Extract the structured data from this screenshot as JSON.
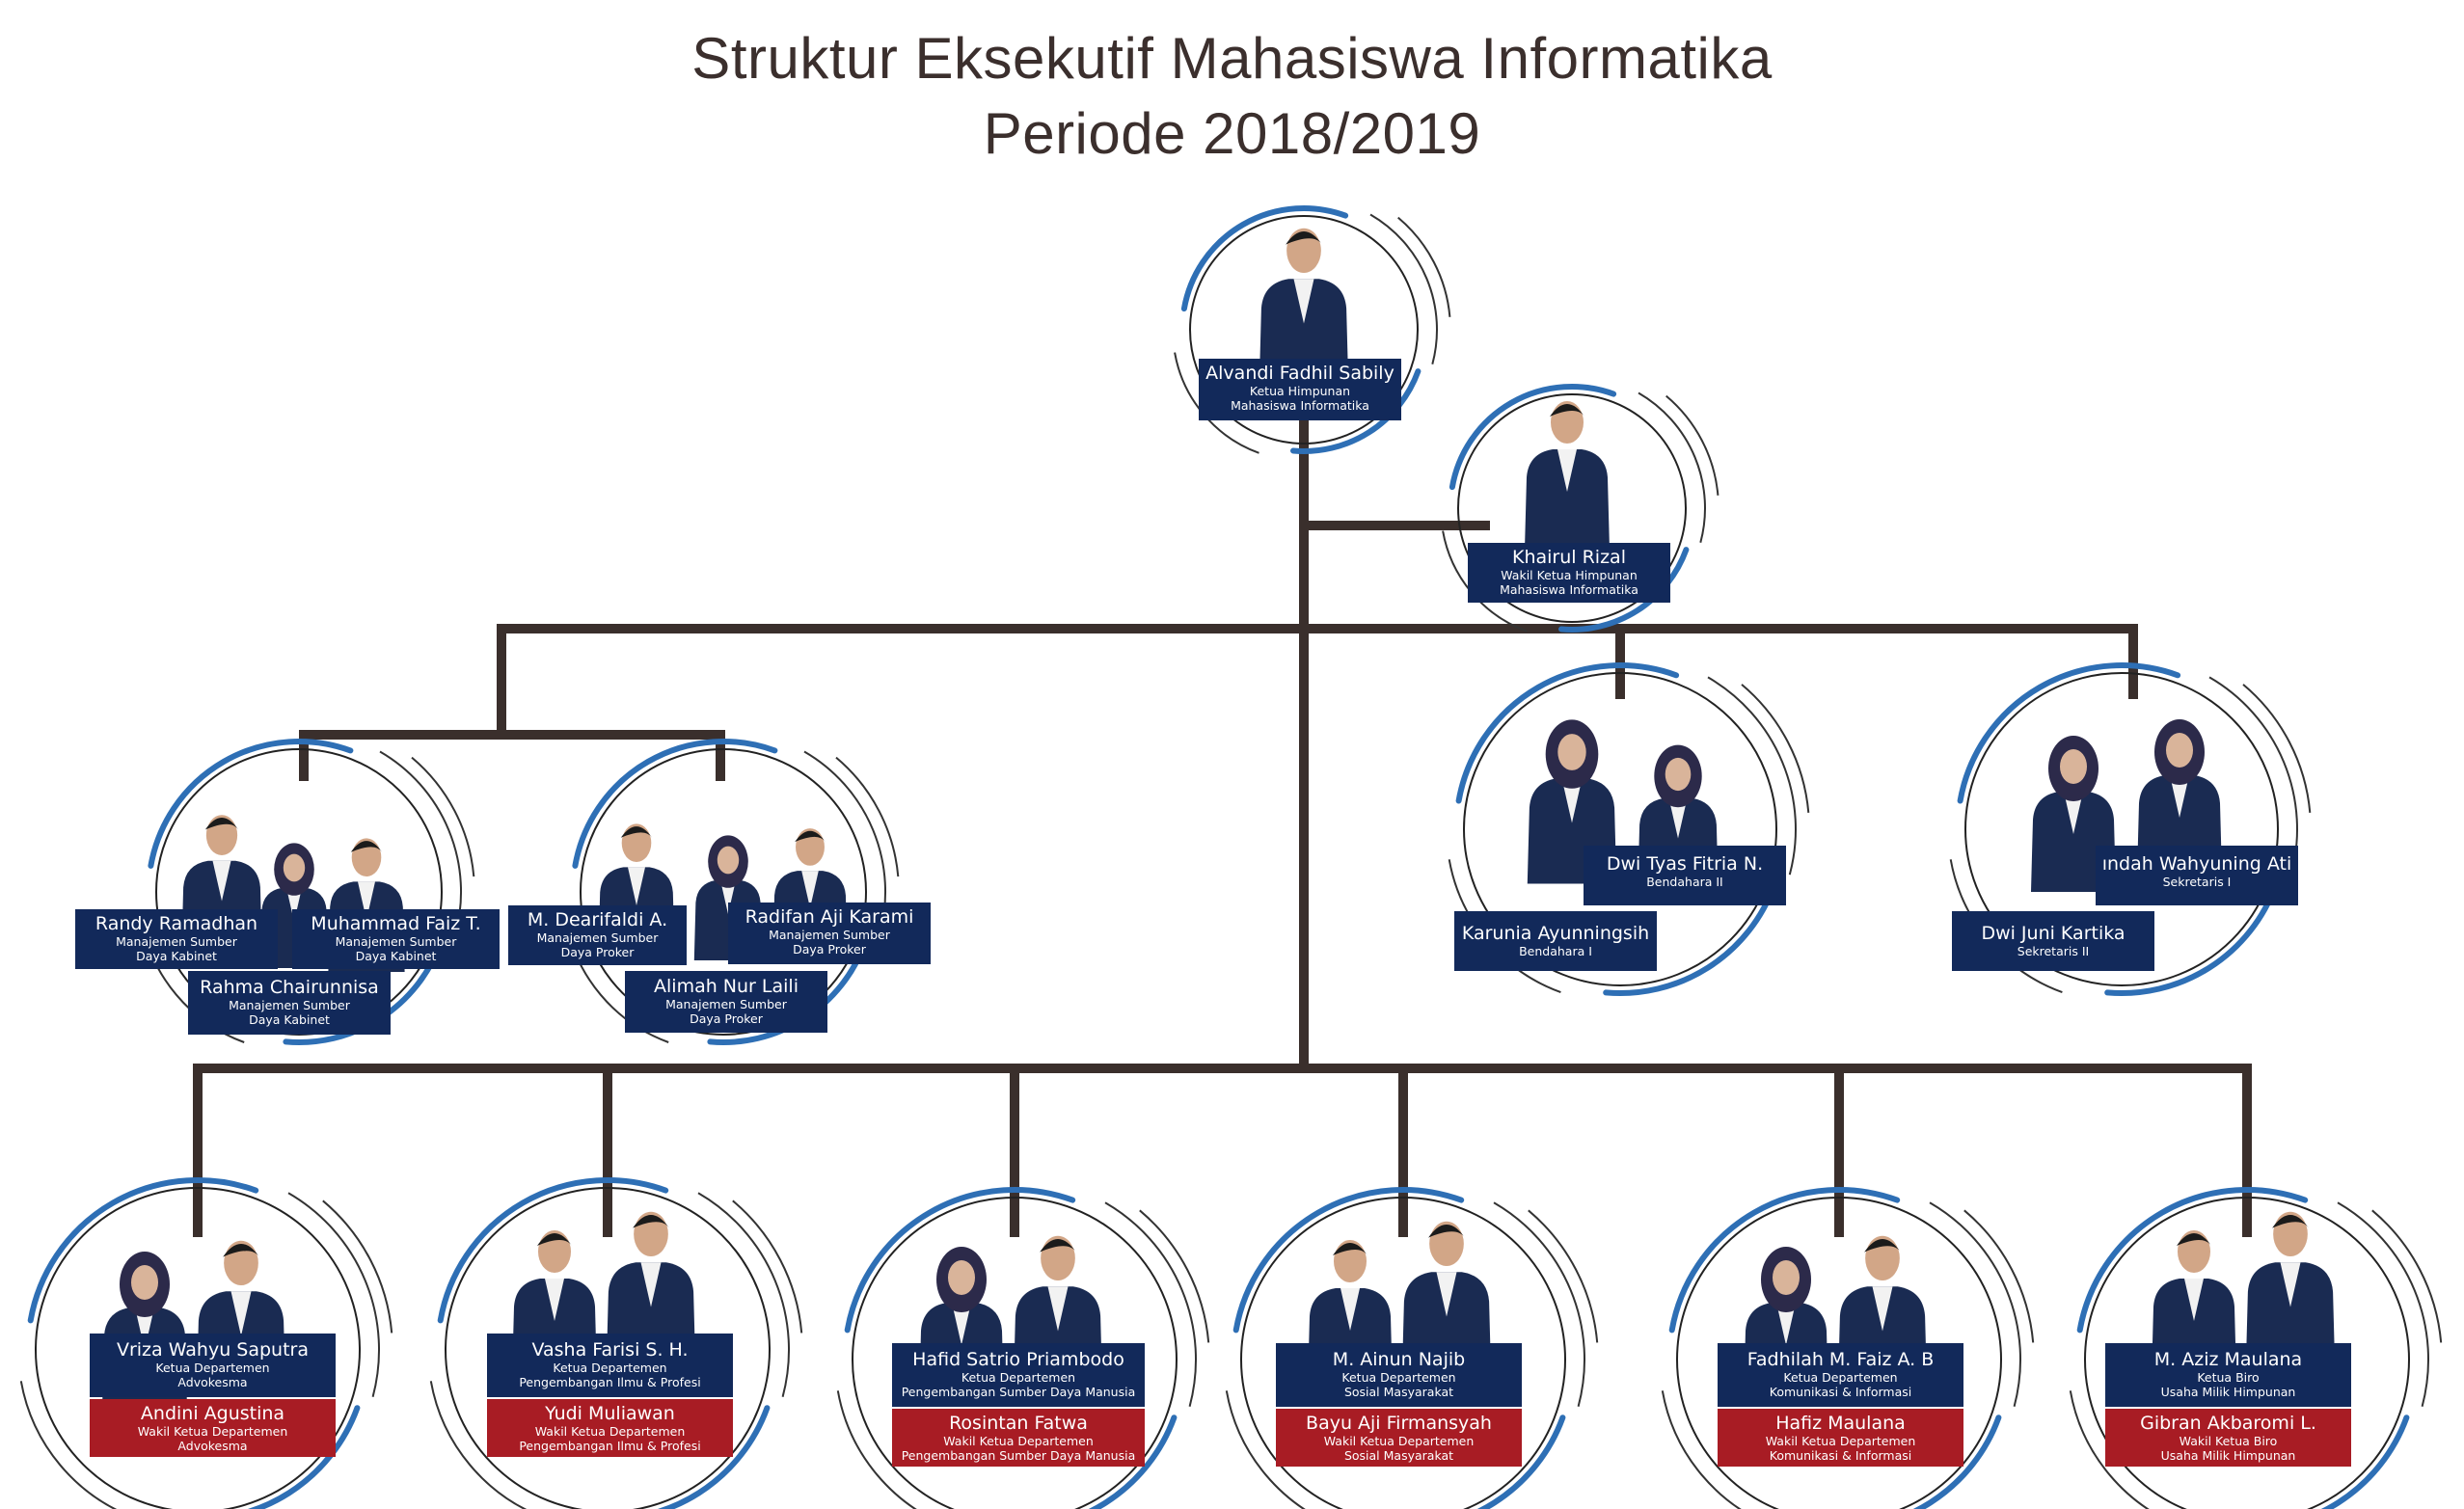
{
  "title": {
    "line1": "Struktur Eksekutif Mahasiswa Informatika",
    "line2": "Periode 2018/2019"
  },
  "colors": {
    "line": "#3a2f2c",
    "blue": "#12295a",
    "red": "#a81c24",
    "ring": "#2e6fb5"
  },
  "ketua": {
    "name": "Alvandi Fadhil Sabily",
    "role1": "Ketua Himpunan",
    "role2": "Mahasiswa Informatika"
  },
  "wakil": {
    "name": "Khairul Rizal",
    "role1": "Wakil Ketua Himpunan",
    "role2": "Mahasiswa Informatika"
  },
  "msdk": [
    {
      "name": "Randy Ramadhan",
      "role1": "Manajemen Sumber",
      "role2": "Daya Kabinet"
    },
    {
      "name": "Muhammad Faiz T.",
      "role1": "Manajemen Sumber",
      "role2": "Daya Kabinet"
    },
    {
      "name": "Rahma Chairunnisa",
      "role1": "Manajemen Sumber",
      "role2": "Daya Kabinet"
    }
  ],
  "msdp": [
    {
      "name": "M. Dearifaldi A.",
      "role1": "Manajemen Sumber",
      "role2": "Daya Proker"
    },
    {
      "name": "Radifan Aji Karami",
      "role1": "Manajemen Sumber",
      "role2": "Daya Proker"
    },
    {
      "name": "Alimah Nur Laili",
      "role1": "Manajemen Sumber",
      "role2": "Daya Proker"
    }
  ],
  "bendahara": [
    {
      "name": "Dwi Tyas Fitria N.",
      "role1": "Bendahara II"
    },
    {
      "name": "Karunia Ayunningsih",
      "role1": "Bendahara I"
    }
  ],
  "sekretaris": [
    {
      "name": "ındah Wahyuning Ati",
      "role1": "Sekretaris I"
    },
    {
      "name": "Dwi Juni Kartika",
      "role1": "Sekretaris II"
    }
  ],
  "departments": [
    {
      "head": {
        "name": "Vriza Wahyu Saputra",
        "role1": "Ketua Departemen",
        "role2": "Advokesma"
      },
      "deputy": {
        "name": "Andini Agustina",
        "role1": "Wakil Ketua Departemen",
        "role2": "Advokesma"
      }
    },
    {
      "head": {
        "name": "Vasha Farisi S. H.",
        "role1": "Ketua Departemen",
        "role2": "Pengembangan Ilmu & Profesi"
      },
      "deputy": {
        "name": "Yudi Muliawan",
        "role1": "Wakil Ketua Departemen",
        "role2": "Pengembangan Ilmu & Profesi"
      }
    },
    {
      "head": {
        "name": "Hafid Satrio Priambodo",
        "role1": "Ketua Departemen",
        "role2": "Pengembangan Sumber Daya Manusia"
      },
      "deputy": {
        "name": "Rosintan Fatwa",
        "role1": "Wakil Ketua Departemen",
        "role2": "Pengembangan Sumber Daya Manusia"
      }
    },
    {
      "head": {
        "name": "M. Ainun Najib",
        "role1": "Ketua Departemen",
        "role2": "Sosial Masyarakat"
      },
      "deputy": {
        "name": "Bayu Aji Firmansyah",
        "role1": "Wakil Ketua Departemen",
        "role2": "Sosial Masyarakat"
      }
    },
    {
      "head": {
        "name": "Fadhilah M. Faiz A. B",
        "role1": "Ketua Departemen",
        "role2": "Komunikasi & Informasi"
      },
      "deputy": {
        "name": "Hafiz Maulana",
        "role1": "Wakil Ketua Departemen",
        "role2": "Komunikasi & Informasi"
      }
    },
    {
      "head": {
        "name": "M. Aziz Maulana",
        "role1": "Ketua Biro",
        "role2": "Usaha Milik Himpunan"
      },
      "deputy": {
        "name": "Gibran Akbaromi L.",
        "role1": "Wakil Ketua Biro",
        "role2": "Usaha Milik Himpunan"
      }
    }
  ]
}
